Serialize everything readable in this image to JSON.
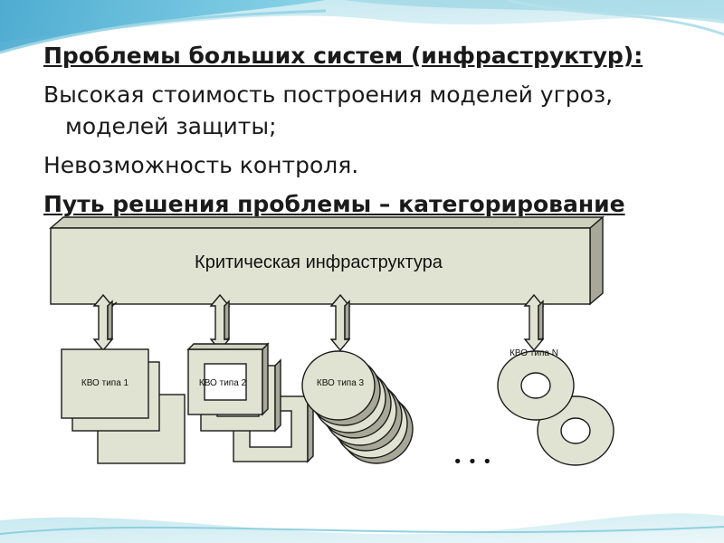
{
  "slide": {
    "heading": "Проблемы больших систем (инфраструктур):",
    "paragraphs": [
      "Высокая стоимость построения моделей угроз, моделей защиты;",
      "Невозможность контроля.",
      "Путь решения проблемы – категорирование"
    ]
  },
  "diagram": {
    "bar_label": "Критическая инфраструктура",
    "units": [
      {
        "label": "КВО типа 1",
        "shape": "square-stack"
      },
      {
        "label": "КВО типа 2",
        "shape": "frame-stack"
      },
      {
        "label": "КВО типа 3",
        "shape": "disc-stack"
      },
      {
        "label": "КВО типа N",
        "shape": "ring-stack"
      }
    ],
    "ellipsis": "• • •"
  },
  "colors": {
    "fill": "#e1e3d2",
    "shade": "#a8a898",
    "stroke": "#1a1a1a",
    "wave_blue": "#5fb6d6",
    "wave_teal": "#7fc9c7"
  }
}
